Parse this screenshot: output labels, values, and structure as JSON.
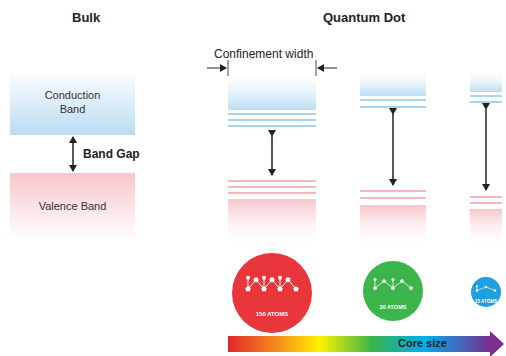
{
  "diagram": {
    "nodes": [
      {
        "text": [
          "Conduction Band"
        ]
      },
      {
        "text": [
          "Valence Band"
        ]
      },
      {
        "text": [
          "150 ATOMS"
        ]
      },
      {
        "text": [
          "30 ATOMS"
        ]
      },
      {
        "text": [
          "15 ATOMS"
        ]
      }
    ],
    "edges": [
      {
        "from": 0,
        "to": 1,
        "label": "Band Gap",
        "arrow": "both"
      }
    ],
    "labels": [
      "Bulk",
      "Quantum Dot",
      "Confinement width",
      "Core size"
    ]
  }
}
